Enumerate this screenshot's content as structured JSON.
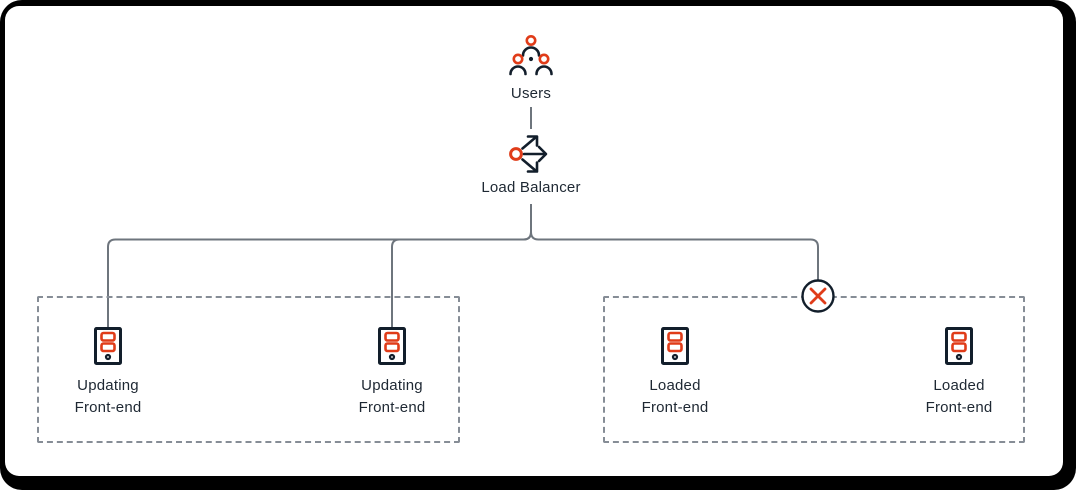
{
  "diagram": {
    "users": {
      "label": "Users",
      "icon": "users-icon"
    },
    "load_balancer": {
      "label": "Load Balancer",
      "icon": "load-balancer-icon"
    },
    "failure_marker": {
      "icon": "x-circle-icon"
    },
    "groups": [
      {
        "servers": [
          {
            "icon": "server-icon",
            "label": "Updating\nFront-end"
          },
          {
            "icon": "server-icon",
            "label": "Updating\nFront-end"
          }
        ]
      },
      {
        "servers": [
          {
            "icon": "server-icon",
            "label": "Loaded\nFront-end"
          },
          {
            "icon": "server-icon",
            "label": "Loaded\nFront-end"
          }
        ]
      }
    ]
  },
  "colors": {
    "accent_red": "#e03c19",
    "icon_dark": "#121e2b",
    "connector_gray": "#6e757d",
    "dashed_border_gray": "#868d96",
    "text_dark": "#1e2833",
    "canvas_background": "#ffffff",
    "frame_black": "#000000"
  }
}
